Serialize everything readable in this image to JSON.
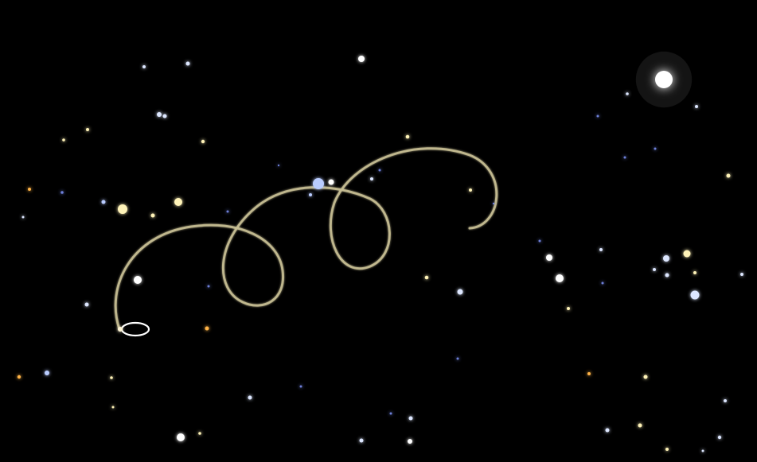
{
  "scene": {
    "subject": "star-field-with-looping-orbit-trail",
    "background_color": "#000000",
    "trail_color": "#d8cfa0",
    "marker_color": "#ffffff",
    "star_palette": {
      "white": "#ffffff",
      "blue": "#b9ccff",
      "pale_blue": "#dde7ff",
      "yellow": "#fff3b8",
      "orange": "#ffb347",
      "dim_blue": "#6d7fd8"
    },
    "bright_star_count_visible": 74,
    "trail_loops": 3
  }
}
